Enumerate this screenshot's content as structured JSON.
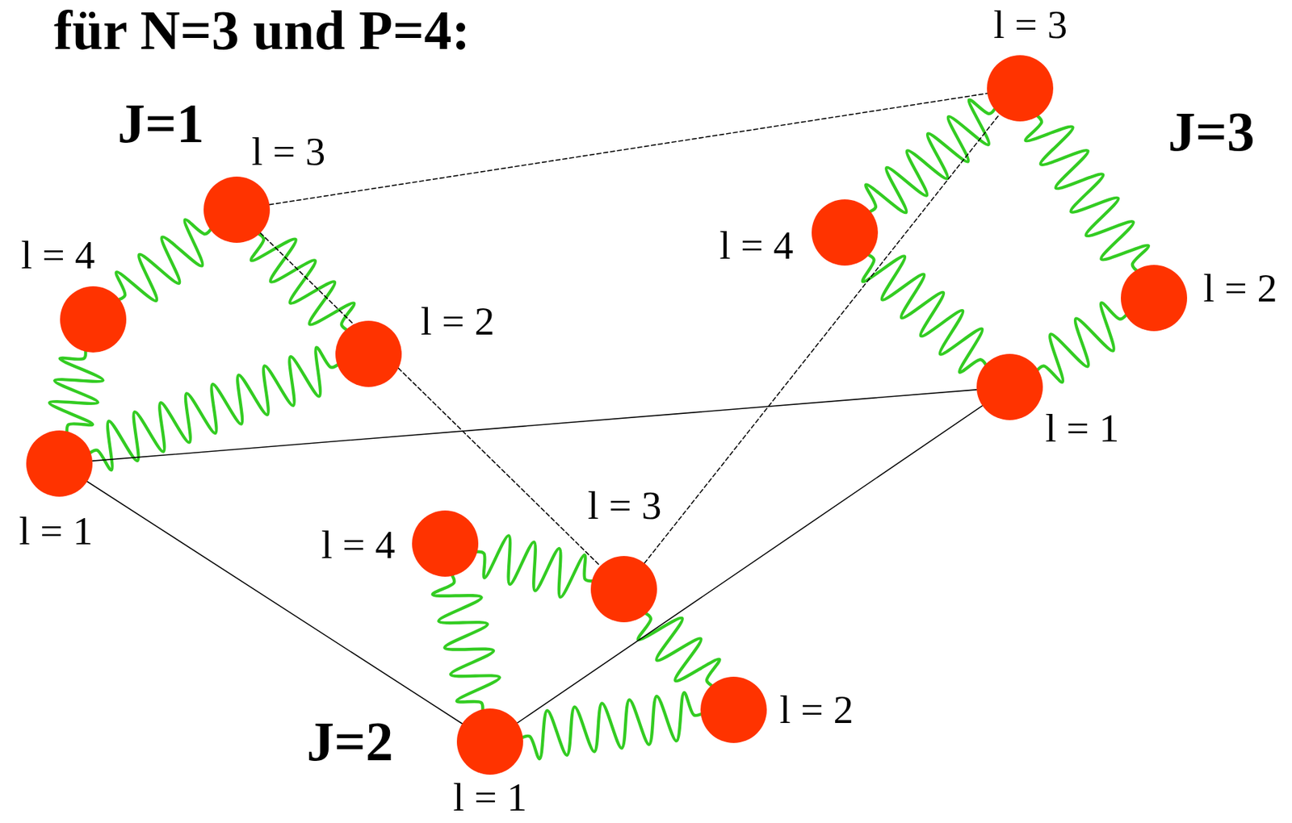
{
  "diagram": {
    "title": "für N=3 und P=4:",
    "nodes": [
      {
        "text": [
          "l = 1"
        ]
      },
      {
        "text": [
          "l = 2"
        ]
      },
      {
        "text": [
          "l = 3"
        ]
      },
      {
        "text": [
          "l = 4"
        ]
      },
      {
        "text": [
          "l = 1"
        ]
      },
      {
        "text": [
          "l = 2"
        ]
      },
      {
        "text": [
          "l = 3"
        ]
      },
      {
        "text": [
          "l = 4"
        ]
      },
      {
        "text": [
          "l = 1"
        ]
      },
      {
        "text": [
          "l = 2"
        ]
      },
      {
        "text": [
          "l = 3"
        ]
      },
      {
        "text": [
          "l = 4"
        ]
      }
    ],
    "edges": [
      {
        "from": 0,
        "to": 1,
        "arrow": "none"
      },
      {
        "from": 1,
        "to": 2,
        "arrow": "none"
      },
      {
        "from": 2,
        "to": 3,
        "arrow": "none"
      },
      {
        "from": 3,
        "to": 0,
        "arrow": "none"
      },
      {
        "from": 4,
        "to": 5,
        "arrow": "none"
      },
      {
        "from": 5,
        "to": 6,
        "arrow": "none"
      },
      {
        "from": 6,
        "to": 7,
        "arrow": "none"
      },
      {
        "from": 7,
        "to": 4,
        "arrow": "none"
      },
      {
        "from": 8,
        "to": 9,
        "arrow": "none"
      },
      {
        "from": 9,
        "to": 10,
        "arrow": "none"
      },
      {
        "from": 10,
        "to": 11,
        "arrow": "none"
      },
      {
        "from": 11,
        "to": 8,
        "arrow": "none"
      },
      {
        "from": 0,
        "to": 4,
        "arrow": "none"
      },
      {
        "from": 0,
        "to": 8,
        "arrow": "none"
      },
      {
        "from": 4,
        "to": 8,
        "arrow": "none"
      },
      {
        "from": 2,
        "to": 6,
        "arrow": "none"
      },
      {
        "from": 2,
        "to": 10,
        "arrow": "none"
      },
      {
        "from": 6,
        "to": 10,
        "arrow": "none"
      }
    ],
    "labels": [
      "J=1",
      "J=2",
      "J=3"
    ]
  }
}
